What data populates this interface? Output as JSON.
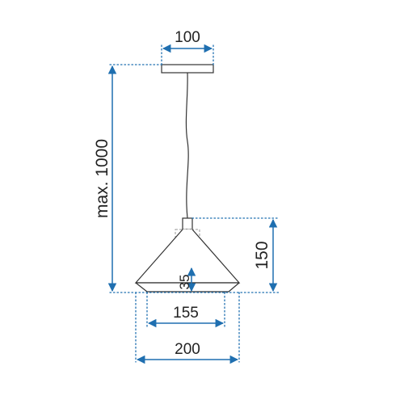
{
  "diagram": {
    "units_note": "",
    "dimensions": {
      "canopy_width": "100",
      "max_length": "max. 1000",
      "shade_height": "150",
      "socket_height": "35",
      "inner_diameter": "155",
      "outer_diameter": "200"
    },
    "colors": {
      "dimension_line": "#1f6fb0",
      "dotted_guide": "#1f6fb0",
      "outline": "#333333",
      "text": "#222222"
    }
  }
}
